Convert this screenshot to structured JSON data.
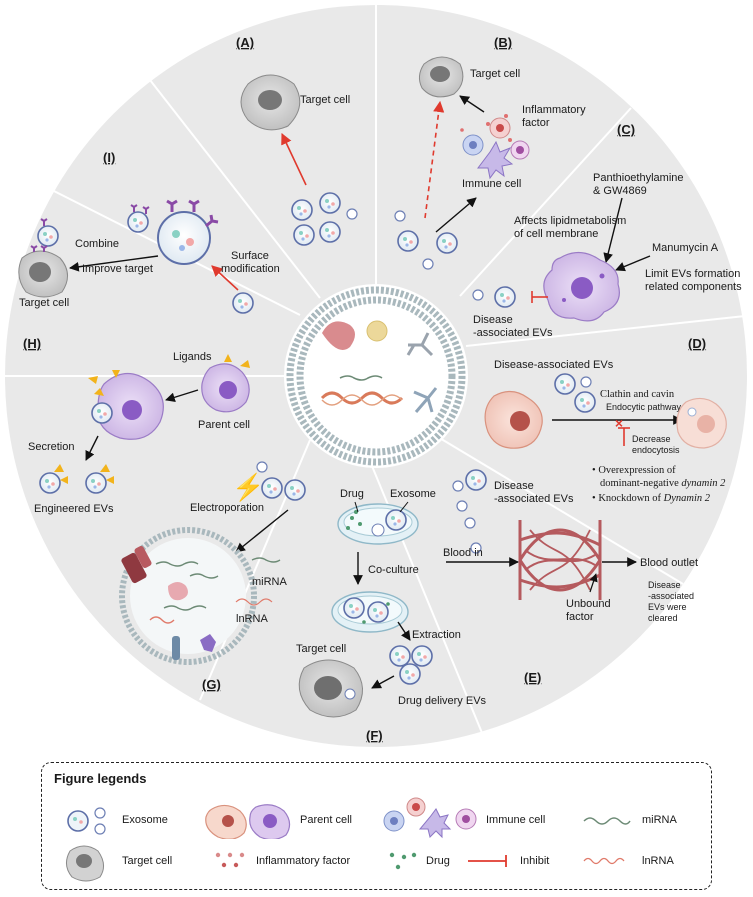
{
  "panels": {
    "A": {
      "title": "(A)",
      "target": "Target cell"
    },
    "B": {
      "title": "(B)",
      "target": "Target cell",
      "inflammatory": "Inflammatory\nfactor",
      "immune": "Immune cell"
    },
    "C": {
      "title": "(C)",
      "drug1": "Panthioethylamine\n& GW4869",
      "affects": "Affects lipidmetabolism\nof cell membrane",
      "manu": "Manumycin A",
      "limit": "Limit EVs formation\nrelated components",
      "disease": "Disease\n-associated EVs"
    },
    "D": {
      "title": "(D)",
      "disease": "Disease-associated EVs",
      "clathin": "Clathin and cavin",
      "endo": "Endocytic pathway",
      "decrease": "Decrease\nendocytosis",
      "bullet1a": "Overexpression of",
      "bullet1b": "dominant-negative ",
      "bullet1c": "dynamin 2",
      "bullet2a": "Knockdown of ",
      "bullet2b": "Dynamin 2"
    },
    "E": {
      "title": "(E)",
      "disease": "Disease\n-associated EVs",
      "blood_in": "Blood in",
      "blood_out": "Blood outlet",
      "unbound": "Unbound\nfactor",
      "cleared": "Disease\n-associated\nEVs were\ncleared"
    },
    "F": {
      "title": "(F)",
      "drug": "Drug",
      "exosome": "Exosome",
      "coculture": "Co-culture",
      "extraction": "Extraction",
      "target": "Target cell",
      "delivery": "Drug delivery EVs"
    },
    "G": {
      "title": "(G)",
      "electro": "Electroporation",
      "mirna": "miRNA",
      "lnrna": "lnRNA"
    },
    "H": {
      "title": "(H)",
      "ligands": "Ligands",
      "parent": "Parent cell",
      "secretion": "Secretion",
      "engineered": "Engineered EVs"
    },
    "I": {
      "title": "(I)",
      "combine": "Combine",
      "improve": "Improve target",
      "target": "Target cell",
      "surface": "Surface\nmodification"
    }
  },
  "legend": {
    "title": "Figure legends",
    "exosome": "Exosome",
    "parent": "Parent cell",
    "immune": "Immune cell",
    "mirna": "miRNA",
    "target": "Target cell",
    "inflammatory": "Inflammatory factor",
    "drug": "Drug",
    "inhibit": "Inhibit",
    "lnrna": "lnRNA"
  },
  "colors": {
    "wheel": "#e9e9e9",
    "membrane": "#a9b8bd",
    "exosome_ring": "#5d6fa8",
    "target": "#cfcfcf",
    "parent_purple": "#d7c4ea",
    "parent_pink": "#f2d0c6",
    "arrow_red": "#e03a2e",
    "vessel": "#b55a5e"
  }
}
